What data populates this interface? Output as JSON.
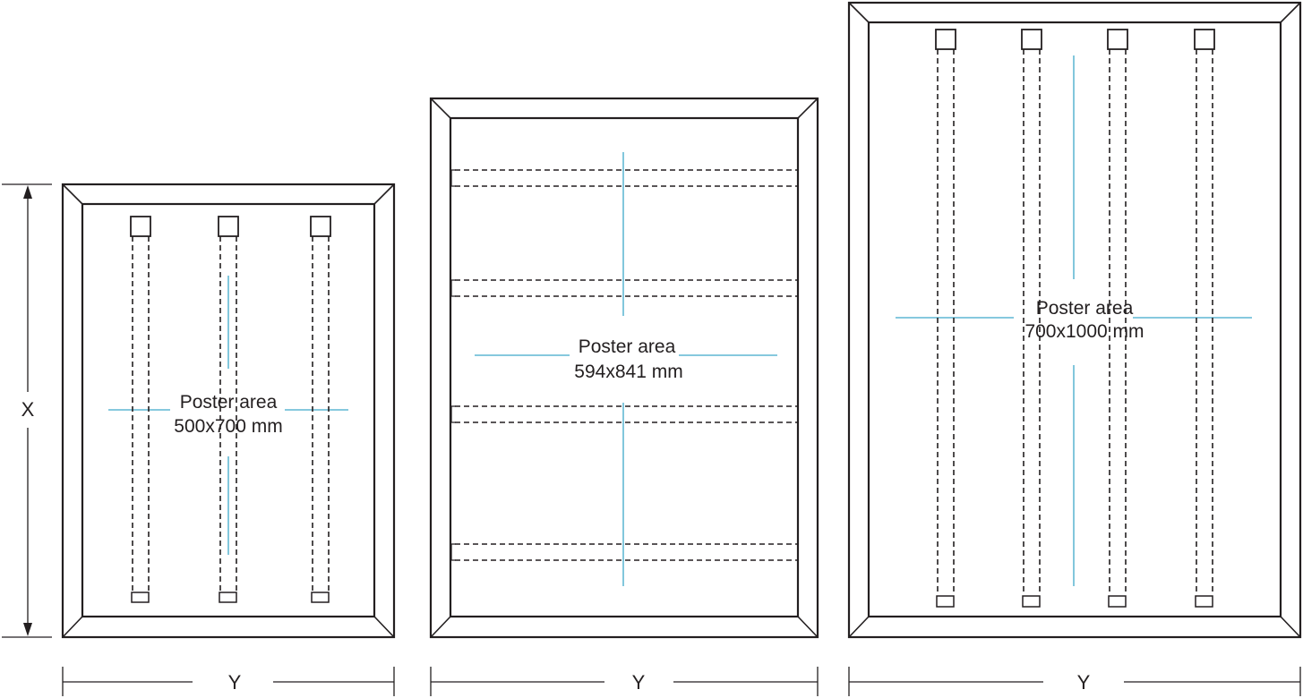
{
  "dimension_labels": {
    "height": "X",
    "width": "Y"
  },
  "frames": [
    {
      "poster_label": "Poster area",
      "poster_size": "500x700 mm",
      "rail_orientation": "vertical",
      "rail_count": 3
    },
    {
      "poster_label": "Poster area",
      "poster_size": "594x841 mm",
      "rail_orientation": "horizontal",
      "rail_count": 4
    },
    {
      "poster_label": "Poster area",
      "poster_size": "700x1000 mm",
      "rail_orientation": "vertical",
      "rail_count": 4
    }
  ],
  "colors": {
    "line": "#231f20",
    "center_mark": "#3fa9c9",
    "background": "#ffffff"
  }
}
